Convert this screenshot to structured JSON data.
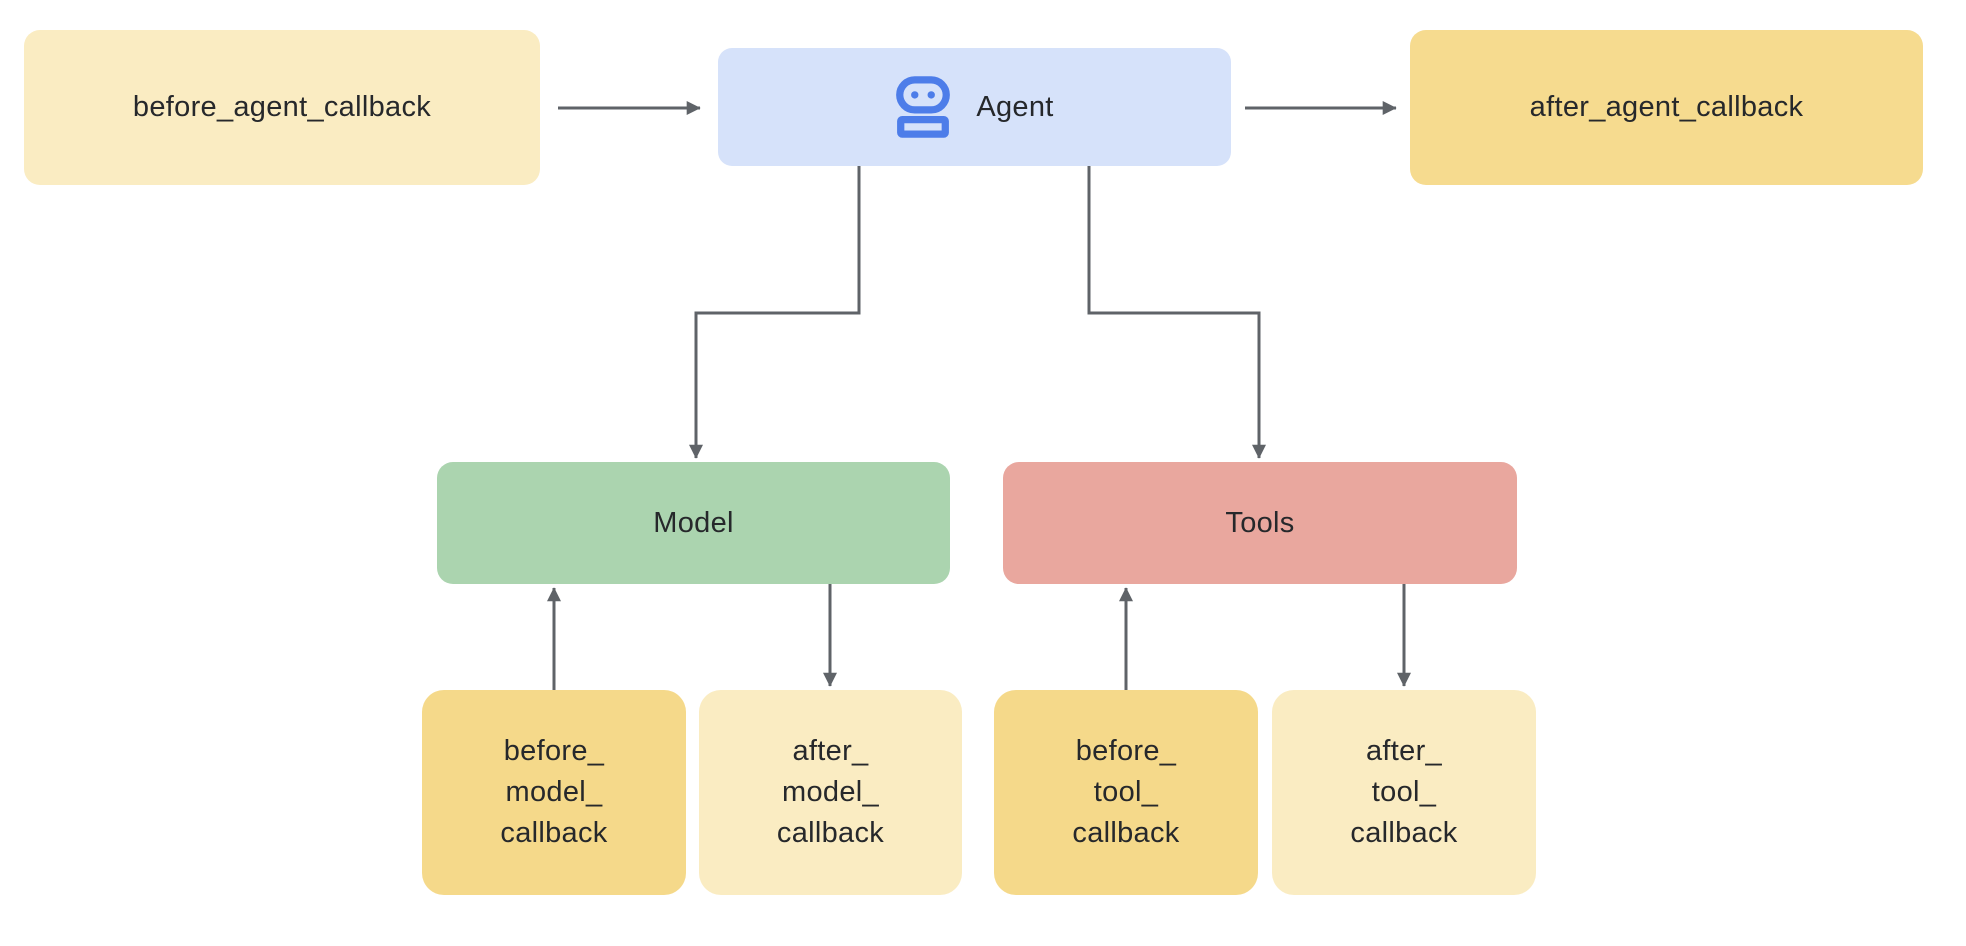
{
  "diagram": {
    "colors": {
      "connector": "#5f6368",
      "text": "#26282b",
      "cream_light": "#faecc2",
      "gold": "#f6db8f",
      "agent_blue_bg": "#d6e2fa",
      "robot_blue": "#4d7de9",
      "model_green": "#abd4af",
      "tools_salmon": "#e9a79e"
    },
    "nodes": {
      "before_agent": {
        "label": "before_agent_callback",
        "bg": "#faecc2"
      },
      "agent": {
        "label": "Agent",
        "bg": "#d6e2fa",
        "icon": "robot-icon",
        "icon_color": "#4d7de9"
      },
      "after_agent": {
        "label": "after_agent_callback",
        "bg": "#f6db8f"
      },
      "model": {
        "label": "Model",
        "bg": "#abd4af"
      },
      "tools": {
        "label": "Tools",
        "bg": "#e9a79e"
      },
      "before_model": {
        "lines": [
          "before_",
          "model_",
          "callback"
        ],
        "bg": "#f5d98a"
      },
      "after_model": {
        "lines": [
          "after_",
          "model_",
          "callback"
        ],
        "bg": "#faecc2"
      },
      "before_tool": {
        "lines": [
          "before_",
          "tool_",
          "callback"
        ],
        "bg": "#f5d98a"
      },
      "after_tool": {
        "lines": [
          "after_",
          "tool_",
          "callback"
        ],
        "bg": "#faecc2"
      }
    },
    "edges": [
      {
        "from": "before_agent_callback",
        "to": "Agent"
      },
      {
        "from": "Agent",
        "to": "after_agent_callback"
      },
      {
        "from": "Agent",
        "to": "Model"
      },
      {
        "from": "Agent",
        "to": "Tools"
      },
      {
        "from": "before_model_callback",
        "to": "Model"
      },
      {
        "from": "Model",
        "to": "after_model_callback"
      },
      {
        "from": "before_tool_callback",
        "to": "Tools"
      },
      {
        "from": "Tools",
        "to": "after_tool_callback"
      }
    ]
  }
}
